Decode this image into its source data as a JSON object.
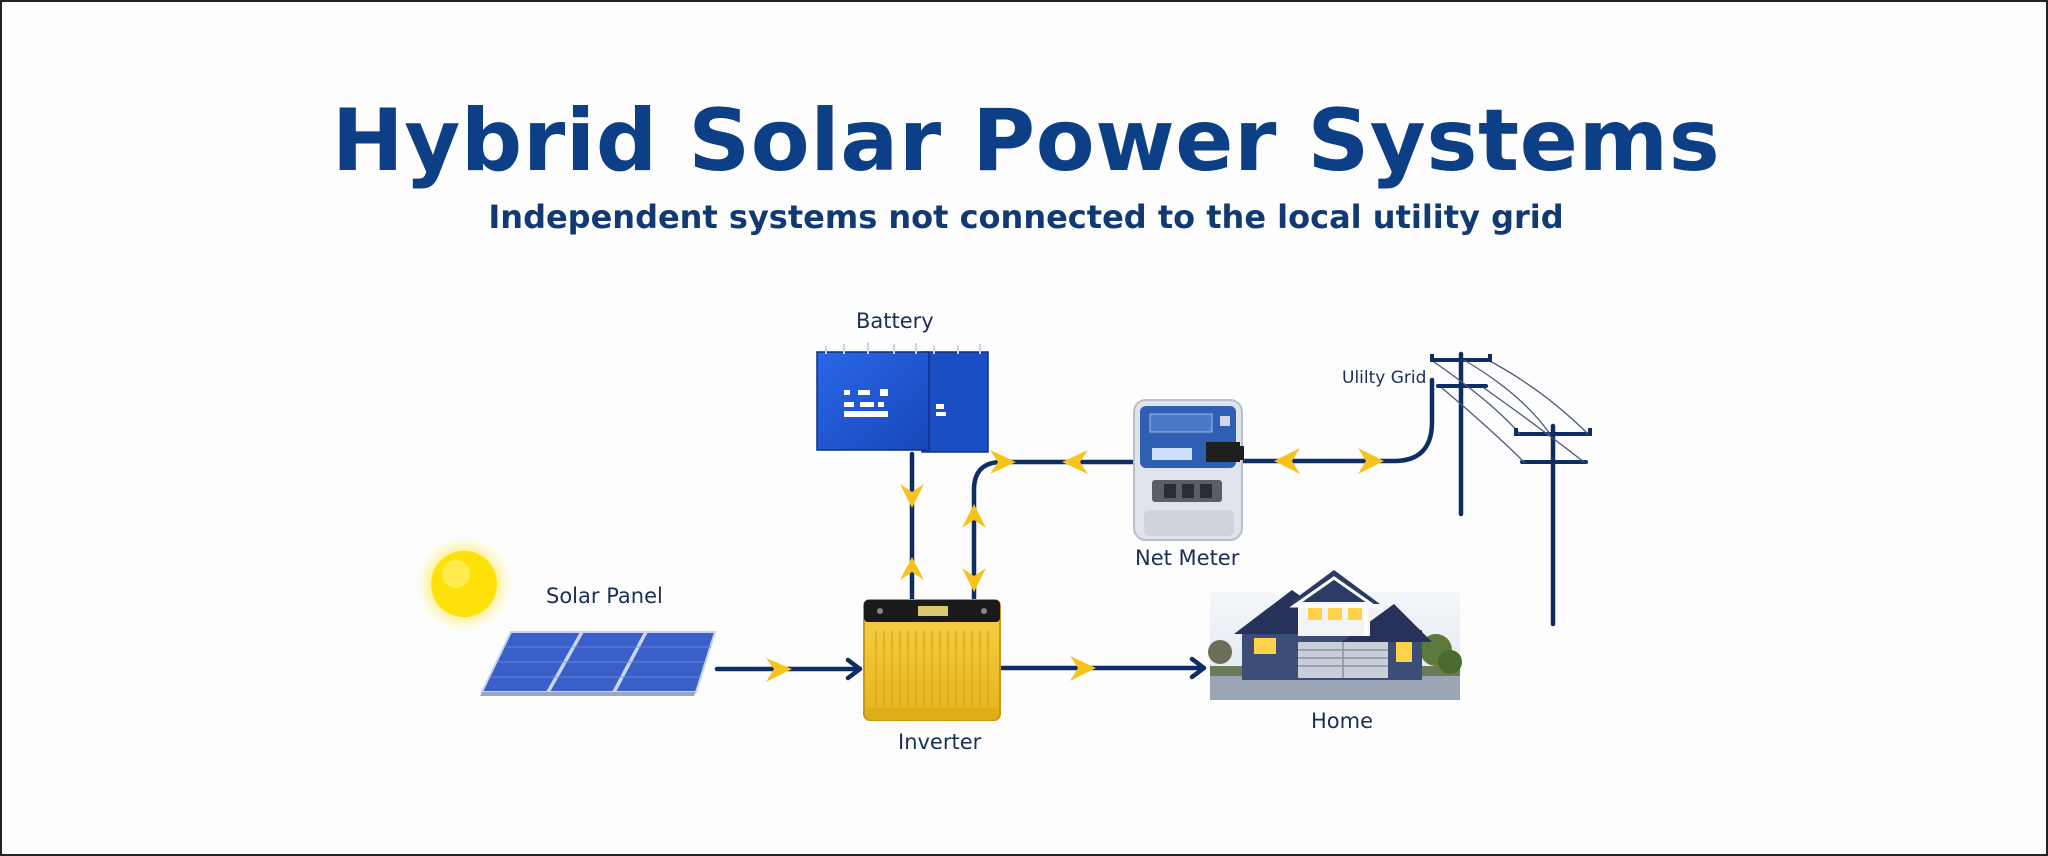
{
  "title": "Hybrid Solar Power Systems",
  "subtitle": "Independent systems not connected to the local utility grid",
  "components": {
    "battery": "Battery",
    "utility_grid": "Ulilty Grid",
    "net_meter": "Net Meter",
    "solar_panel": "Solar Panel",
    "inverter": "Inverter",
    "home": "Home"
  },
  "colors": {
    "title": "#0d3f86",
    "line": "#0e2d63",
    "arrow": "#f6c21c",
    "battery": "#1f57d1",
    "inverter": "#f2c12e",
    "panel": "#3a5fc8",
    "sun": "#ffe10a"
  }
}
